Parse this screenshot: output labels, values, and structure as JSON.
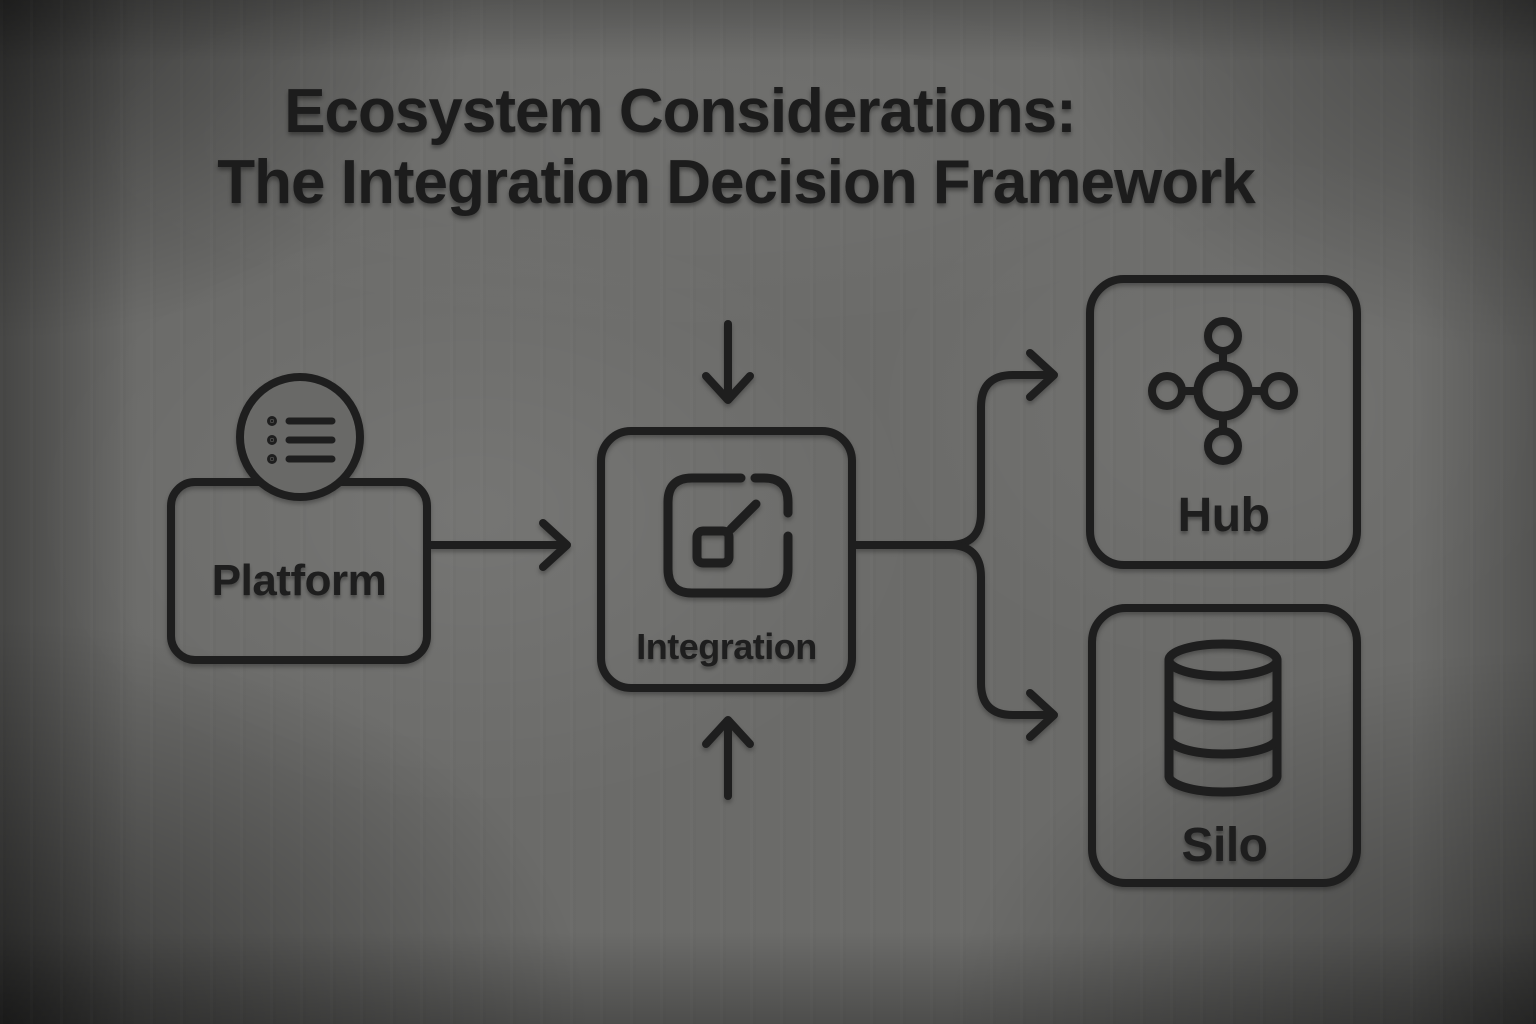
{
  "title": {
    "line1": "Ecosystem Considerations:",
    "line2": "The Integration Decision Framework"
  },
  "nodes": {
    "platform": {
      "label": "Platform",
      "icon": "list-icon"
    },
    "integration": {
      "label": "Integration",
      "icon": "node-link-icon"
    },
    "hub": {
      "label": "Hub",
      "icon": "hub-spoke-icon"
    },
    "silo": {
      "label": "Silo",
      "icon": "database-icon"
    }
  },
  "edges": [
    {
      "from": "platform",
      "to": "integration",
      "style": "arrow-right"
    },
    {
      "from": "top",
      "to": "integration",
      "style": "arrow-down"
    },
    {
      "from": "bottom",
      "to": "integration",
      "style": "arrow-up"
    },
    {
      "from": "integration",
      "to": "hub",
      "style": "branch-arrow-up-right"
    },
    {
      "from": "integration",
      "to": "silo",
      "style": "branch-arrow-down-right"
    }
  ],
  "colors": {
    "stroke": "#1e1e1e",
    "background_mid": "#6b6b69",
    "background_dark": "#2b2d2b",
    "circle_fill": "#696967"
  }
}
